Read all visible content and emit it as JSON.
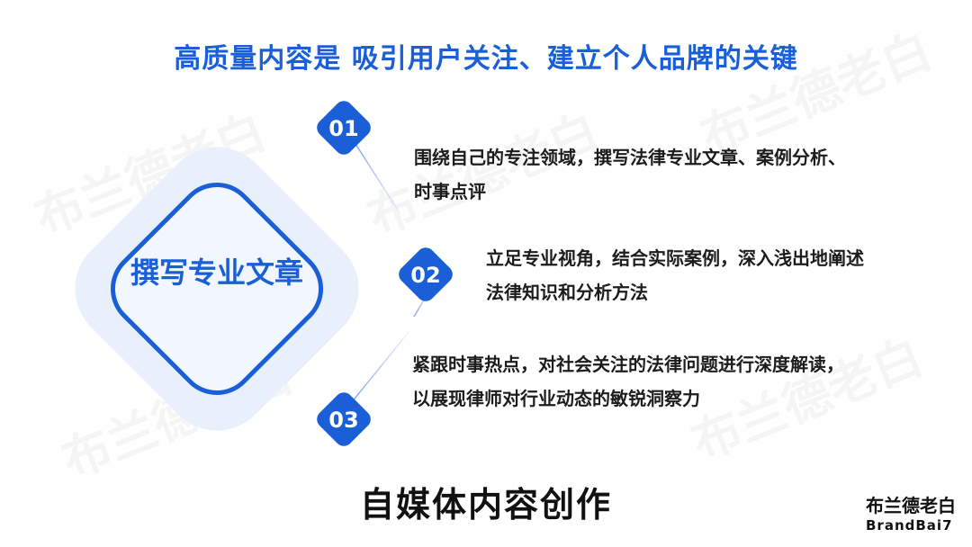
{
  "headline": "高质量内容是 吸引用户关注、建立个人品牌的关键",
  "center_label": "撰写专业文章",
  "items": [
    {
      "number": "01",
      "text_line1": "围绕自己的专注领域，撰写法律专业文章、案例分析、",
      "text_line2": "时事点评"
    },
    {
      "number": "02",
      "text_line1": "立足专业视角，结合实际案例，深入浅出地阐述",
      "text_line2": "法律知识和分析方法"
    },
    {
      "number": "03",
      "text_line1": "紧跟时事热点，对社会关注的法律问题进行深度解读，",
      "text_line2": "以展现律师对行业动态的敏锐洞察力"
    }
  ],
  "footer_title": "自媒体内容创作",
  "brand": {
    "cn": "布兰德老白",
    "en": "BrandBai7"
  },
  "watermark": "布兰德老白",
  "colors": {
    "accent": "#1a5fd8",
    "diamond_fill": "#e8f0fc",
    "text": "#1c1c1c"
  }
}
